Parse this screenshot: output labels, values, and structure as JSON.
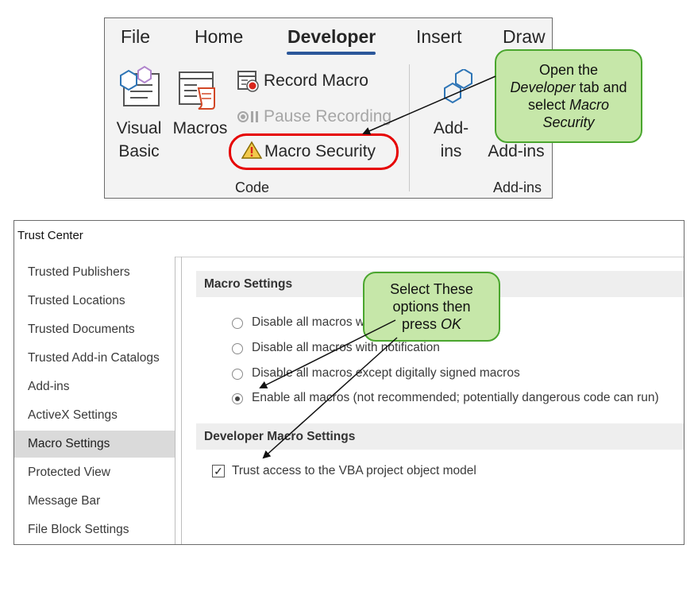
{
  "ribbon": {
    "tabs": [
      "File",
      "Home",
      "Developer",
      "Insert",
      "Draw"
    ],
    "active_tab": "Developer",
    "commands": {
      "visual_basic_line1": "Visual",
      "visual_basic_line2": "Basic",
      "macros": "Macros",
      "record_macro": "Record Macro",
      "pause_recording": "Pause Recording",
      "macro_security": "Macro Security",
      "addins1_line1": "Add-",
      "addins1_line2": "ins",
      "addins2": "Add-ins"
    },
    "groups": {
      "code": "Code",
      "addins": "Add-ins"
    },
    "colors": {
      "accent_underline": "#2b579a",
      "highlight_ring": "#e60000"
    }
  },
  "callouts": {
    "top": {
      "line1": "Open the",
      "line2_em": "Developer",
      "line2_rest": " tab and",
      "line3": "select ",
      "line3_em": "Macro",
      "line4_em": "Security"
    },
    "middle": {
      "line1": "Select These",
      "line2": "options then",
      "line3": "press ",
      "line3_em": "OK"
    },
    "colors": {
      "fill": "#c6e7a9",
      "border": "#4aa62e"
    }
  },
  "dialog": {
    "title": "Trust Center",
    "nav_items": [
      "Trusted Publishers",
      "Trusted Locations",
      "Trusted Documents",
      "Trusted Add-in Catalogs",
      "Add-ins",
      "ActiveX Settings",
      "Macro Settings",
      "Protected View",
      "Message Bar",
      "File Block Settings"
    ],
    "selected_nav": "Macro Settings",
    "macro_settings": {
      "header": "Macro Settings",
      "options": {
        "opt1": "Disable all macros w",
        "opt2": "Disable all macros with notification",
        "opt3": "Disable all macros except digitally signed macros",
        "opt4": "Enable all macros (not recommended; potentially dangerous code can run)"
      },
      "selected_option": "opt4"
    },
    "developer_settings": {
      "header": "Developer Macro Settings",
      "trust_vba": "Trust access to the VBA project object model",
      "trust_vba_checked": true
    }
  }
}
